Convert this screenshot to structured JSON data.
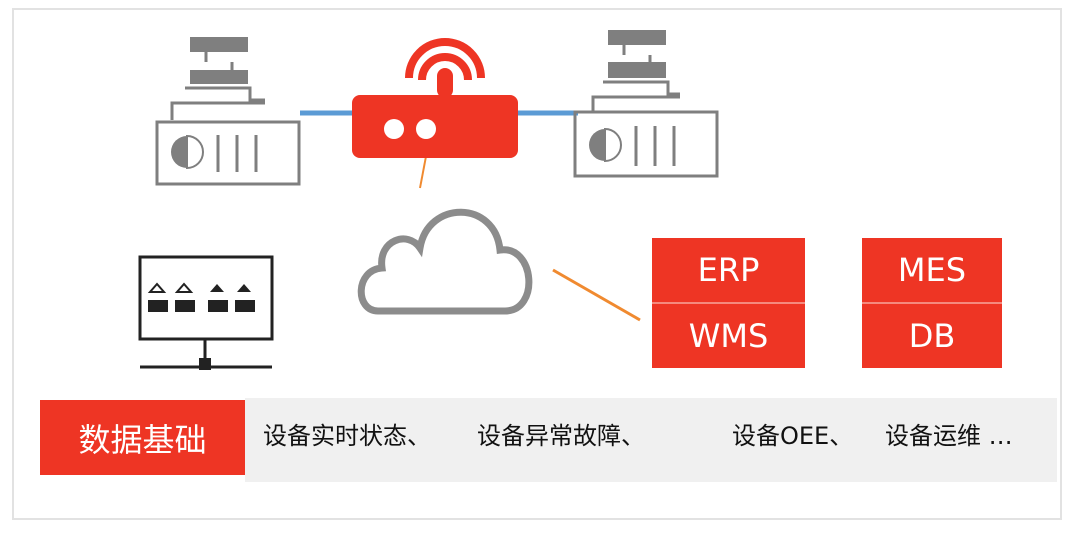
{
  "systems": {
    "box1": [
      "ERP",
      "WMS"
    ],
    "box2": [
      "MES",
      "DB"
    ]
  },
  "basis_label": "数据基础",
  "data_items": [
    "设备实时状态、",
    "设备异常故障、",
    "设备OEE、",
    "设备运维 …"
  ],
  "colors": {
    "accent": "#ee3524",
    "server_gray": "#7f7f7f",
    "link_blue": "#5b9bd5",
    "link_orange": "#f08a30",
    "bar_gray": "#f0f0f0"
  }
}
